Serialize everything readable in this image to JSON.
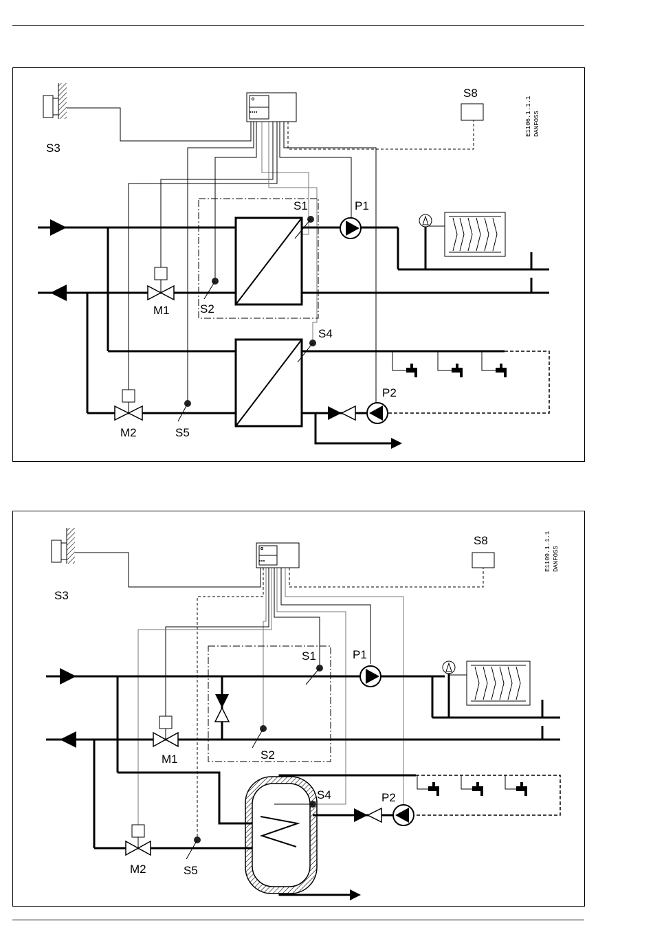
{
  "diagram_1": {
    "code": "E1106.1.1.1",
    "brand": "DANFOSS",
    "labels": {
      "s1": "S1",
      "s2": "S2",
      "s3": "S3",
      "s4": "S4",
      "s5": "S5",
      "s8": "S8",
      "p1": "P1",
      "p2": "P2",
      "m1": "M1",
      "m2": "M2"
    }
  },
  "diagram_2": {
    "code": "E1109.1.1.1",
    "brand": "DANFOSS",
    "labels": {
      "s1": "S1",
      "s2": "S2",
      "s3": "S3",
      "s4": "S4",
      "s5": "S5",
      "s8": "S8",
      "p1": "P1",
      "p2": "P2",
      "m1": "M1",
      "m2": "M2"
    }
  }
}
